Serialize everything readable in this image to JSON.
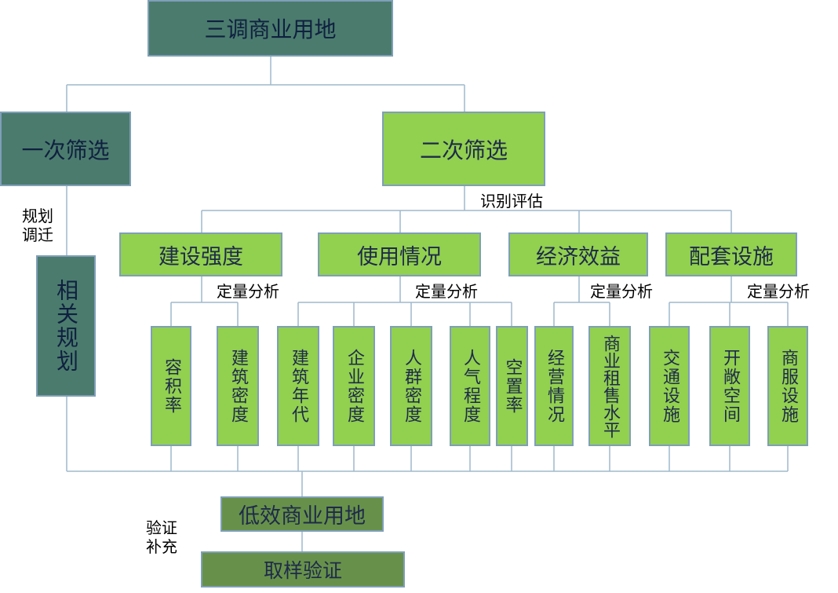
{
  "top": "三调商业用地",
  "first_screen": "一次筛选",
  "second_screen": "二次筛选",
  "related_plan": "相关规划",
  "plan_relocation": "规划\n调迁",
  "identify_eval": "识别评估",
  "categories": [
    "建设强度",
    "使用情况",
    "经济效益",
    "配套设施"
  ],
  "quant": "定量分析",
  "indicators": [
    "容积率",
    "建筑密度",
    "建筑年代",
    "企业密度",
    "人群密度",
    "人气程度",
    "空置率",
    "经营情况",
    "商业租售水平",
    "交通设施",
    "开敞空间",
    "商服设施"
  ],
  "result": "低效商业用地",
  "verify_supplement": "验证\n补充",
  "sample_verify": "取样验证",
  "colors": {
    "teal": "#4b7b6d",
    "green": "#92d050",
    "olive": "#67914a",
    "connector": "#9fb9cc"
  }
}
